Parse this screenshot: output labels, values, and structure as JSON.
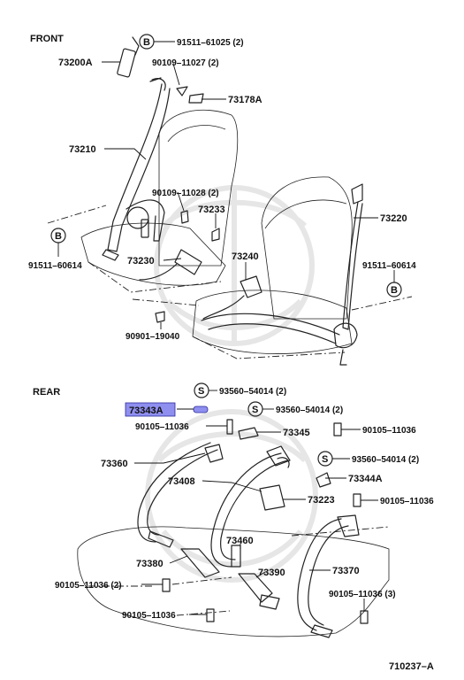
{
  "sections": {
    "front": "FRONT",
    "rear": "REAR"
  },
  "circle_symbols": {
    "b": "B",
    "s": "S"
  },
  "labels": {
    "p_91511_61025": "91511–61025 (2)",
    "p_73200A": "73200A",
    "p_90109_11027": "90109–11027 (2)",
    "p_73178A": "73178A",
    "p_73210": "73210",
    "p_90109_11028": "90109–11028 (2)",
    "p_73233": "73233",
    "p_73220": "73220",
    "p_91511_60614_left": "91511–60614",
    "p_73230": "73230",
    "p_73240": "73240",
    "p_91511_60614_right": "91511–60614",
    "p_90901_19040": "90901–19040",
    "p_93560_54014_a": "93560–54014 (2)",
    "p_73343A": "73343A",
    "p_93560_54014_b": "93560–54014 (2)",
    "p_90105_11036_a": "90105–11036",
    "p_73345": "73345",
    "p_90105_11036_b": "90105–11036",
    "p_73360": "73360",
    "p_93560_54014_c": "93560–54014 (2)",
    "p_73408": "73408",
    "p_73344A": "73344A",
    "p_73223": "73223",
    "p_90105_11036_c": "90105–11036",
    "p_73460": "73460",
    "p_73380": "73380",
    "p_73390": "73390",
    "p_73370": "73370",
    "p_90105_11036_2": "90105–11036 (2)",
    "p_90105_11036_3": "90105–11036 (3)",
    "p_90105_11036_d": "90105–11036",
    "figure_number": "710237–A"
  },
  "highlighted_part": "73343A",
  "colors": {
    "highlight_fill": "#8f8ff0",
    "line": "#222222",
    "watermark": "#e6e6e6"
  }
}
